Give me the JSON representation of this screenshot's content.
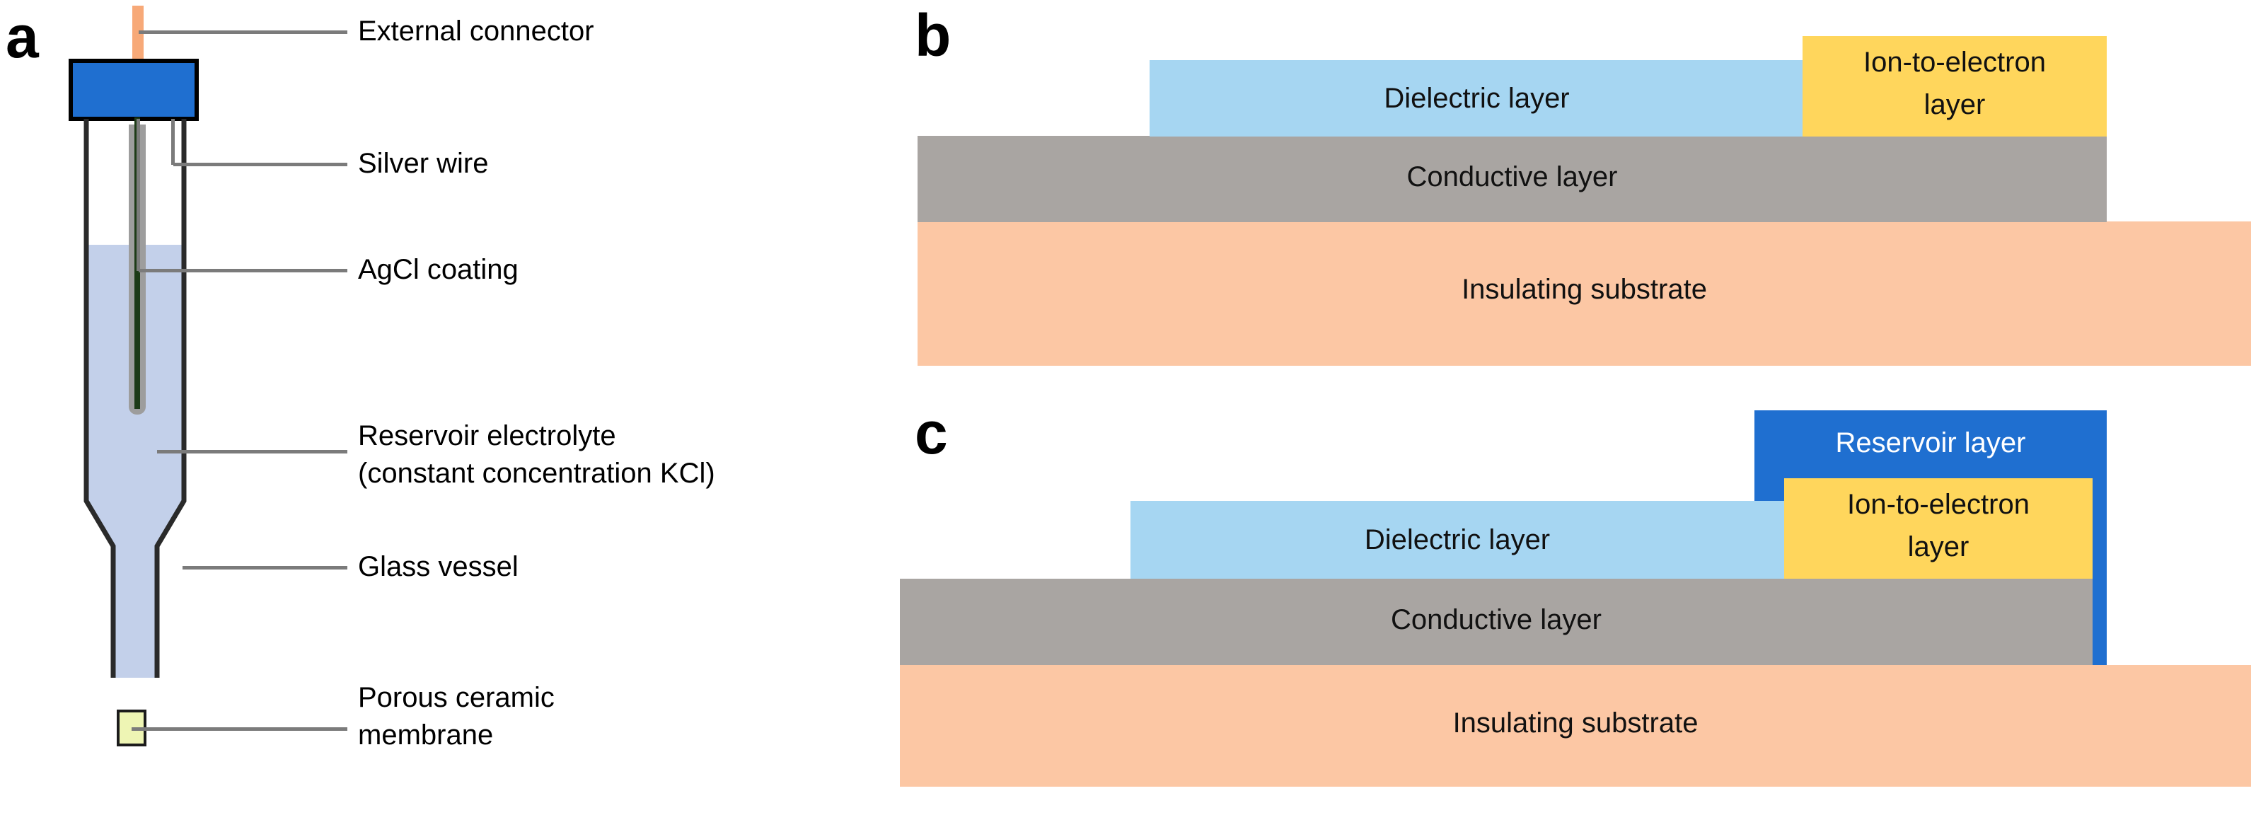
{
  "figure": {
    "type": "schematic-diagram",
    "panels": [
      "a",
      "b",
      "c"
    ]
  },
  "panel_a": {
    "letter": "a",
    "title_implicit": "Conventional reference electrode",
    "components": [
      {
        "name": "external-connector",
        "color": "#f7a978"
      },
      {
        "name": "connector-cap",
        "color": "#1f6fd0"
      },
      {
        "name": "silver-wire",
        "color": "#1d3b17"
      },
      {
        "name": "agcl-coating",
        "color": "#9d9d9d"
      },
      {
        "name": "reservoir-electrolyte",
        "color": "#c3d0ea"
      },
      {
        "name": "glass-vessel",
        "color": "#2a2a2a"
      },
      {
        "name": "porous-ceramic-membrane",
        "color": "#eef5b4"
      }
    ],
    "labels": [
      {
        "id": "external-connector",
        "text": "External connector"
      },
      {
        "id": "silver-wire",
        "text": "Silver wire"
      },
      {
        "id": "agcl-coating",
        "text": "AgCl coating"
      },
      {
        "id": "reservoir-electrolyte-line1",
        "text": "Reservoir electrolyte"
      },
      {
        "id": "reservoir-electrolyte-line2",
        "text": "(constant concentration KCl)"
      },
      {
        "id": "glass-vessel",
        "text": "Glass vessel"
      },
      {
        "id": "porous-membrane-line1",
        "text": "Porous ceramic"
      },
      {
        "id": "porous-membrane-line2",
        "text": "membrane"
      }
    ]
  },
  "panel_b": {
    "letter": "b",
    "layers": [
      {
        "id": "dielectric",
        "label": "Dielectric layer",
        "color": "#a6d6f2"
      },
      {
        "id": "ion-to-electron",
        "label_line1": "Ion-to-electron",
        "label_line2": "layer",
        "color": "#ffd65c"
      },
      {
        "id": "conductive",
        "label": "Conductive  layer",
        "color": "#a9a5a2"
      },
      {
        "id": "insulating",
        "label": "Insulating substrate",
        "color": "#fcc7a4"
      }
    ]
  },
  "panel_c": {
    "letter": "c",
    "layers": [
      {
        "id": "reservoir",
        "label": "Reservoir layer",
        "color": "#1f6fd0"
      },
      {
        "id": "ion-to-electron",
        "label_line1": "Ion-to-electron",
        "label_line2": "layer",
        "color": "#ffd65c"
      },
      {
        "id": "dielectric",
        "label": "Dielectric layer",
        "color": "#a6d6f2"
      },
      {
        "id": "conductive",
        "label": "Conductive  layer",
        "color": "#a9a5a2"
      },
      {
        "id": "insulating",
        "label": "Insulating substrate",
        "color": "#fcc7a4"
      }
    ]
  },
  "colors": {
    "dielectric": "#a6d6f2",
    "ion_to_electron": "#ffd65c",
    "conductive": "#a9a5a2",
    "insulating_substrate": "#fcc7a4",
    "reservoir": "#1f6fd0",
    "electrolyte": "#c3d0ea",
    "membrane": "#eef5b4",
    "connector": "#f7a978",
    "leader_line": "#7b7b7b",
    "glass_outline": "#2a2a2a"
  }
}
